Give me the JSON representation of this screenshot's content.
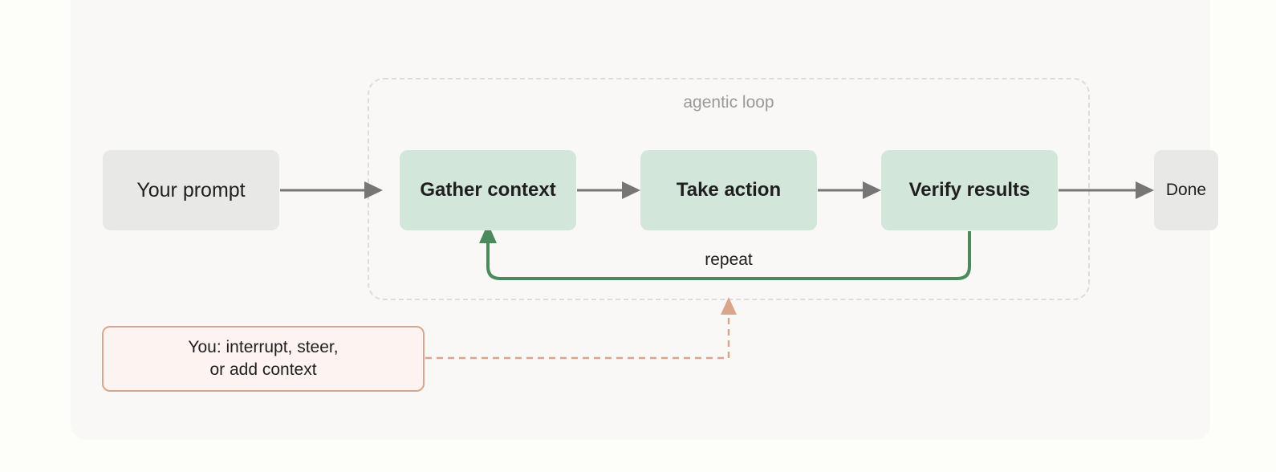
{
  "diagram": {
    "loop_label": "agentic loop",
    "repeat_label": "repeat",
    "nodes": {
      "prompt": "Your prompt",
      "gather": "Gather context",
      "action": "Take action",
      "verify": "Verify results",
      "done": "Done",
      "user_line1": "You: interrupt, steer,",
      "user_line2": "or add context"
    },
    "colors": {
      "flow_arrow": "#767676",
      "repeat_arrow": "#4a8a5c",
      "user_arrow": "#d9a58c",
      "step_fill": "#d3e6da",
      "neutral_fill": "#e8e8e6"
    }
  }
}
